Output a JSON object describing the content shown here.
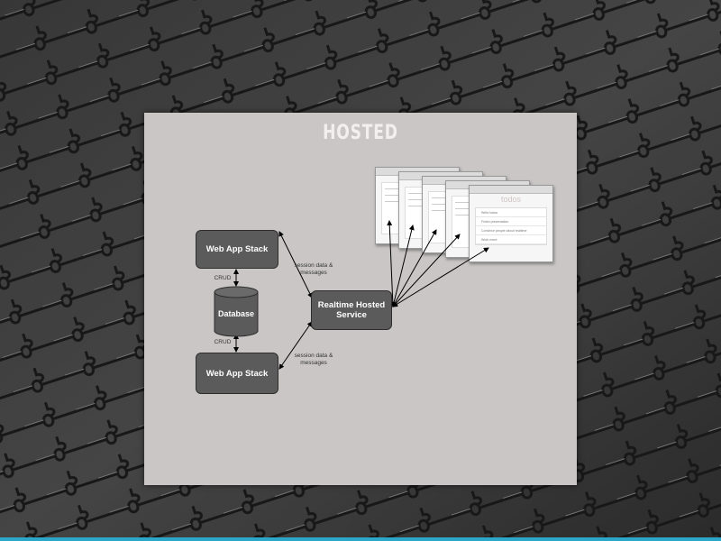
{
  "slide": {
    "title": "HOSTED"
  },
  "diagram": {
    "nodes": {
      "web_app_top": "Web App Stack",
      "web_app_bottom": "Web App Stack",
      "database": "Database",
      "realtime": "Realtime Hosted\nService"
    },
    "edge_labels": {
      "crud_top": "CRUD",
      "crud_bottom": "CRUD",
      "session_top": "session data &\nmessages",
      "session_bottom": "session data &\nmessages"
    },
    "client_window": {
      "title": "todos",
      "items": [
        "Write todos",
        "Finish presentation",
        "Convince people about realtime",
        "Work more"
      ]
    }
  },
  "colors": {
    "slide_bg": "#c9c6c5",
    "node_fill": "#5b5b5b",
    "accent_bar": "#2aa7c9"
  }
}
